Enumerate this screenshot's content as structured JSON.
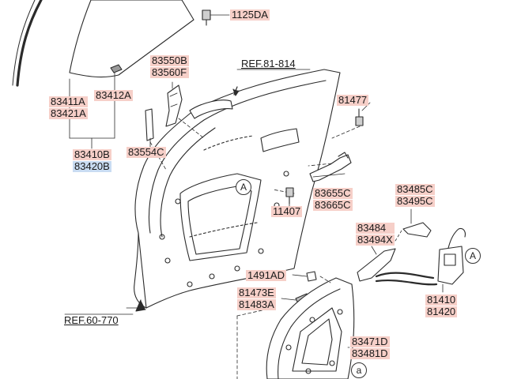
{
  "labels": {
    "p1125DA": [
      "1125DA"
    ],
    "p83550B": [
      "83550B",
      "83560F"
    ],
    "ref81": [
      "REF.81-814"
    ],
    "p81477": [
      "81477"
    ],
    "p83412A": [
      "83412A"
    ],
    "p83411A": [
      "83411A",
      "83421A"
    ],
    "p83410B": [
      "83410B"
    ],
    "p83420B": [
      "83420B"
    ],
    "p83554C": [
      "83554C"
    ],
    "p83655C": [
      "83655C",
      "83665C"
    ],
    "p11407": [
      "11407"
    ],
    "p83485C": [
      "83485C",
      "83495C"
    ],
    "p83484": [
      "83484",
      "83494X"
    ],
    "p1491AD": [
      "1491AD"
    ],
    "p81473E": [
      "81473E",
      "81483A"
    ],
    "p81410": [
      "81410",
      "81420"
    ],
    "p83471D": [
      "83471D",
      "83481D"
    ],
    "ref60": [
      "REF.60-770"
    ]
  },
  "callouts": {
    "circleA1": "A",
    "circleA2": "A",
    "circleSmallA": "a"
  },
  "colors": {
    "highlight_red": "#f6cfc8",
    "highlight_blue": "#c9dcf2",
    "line": "#2b2b2b"
  }
}
